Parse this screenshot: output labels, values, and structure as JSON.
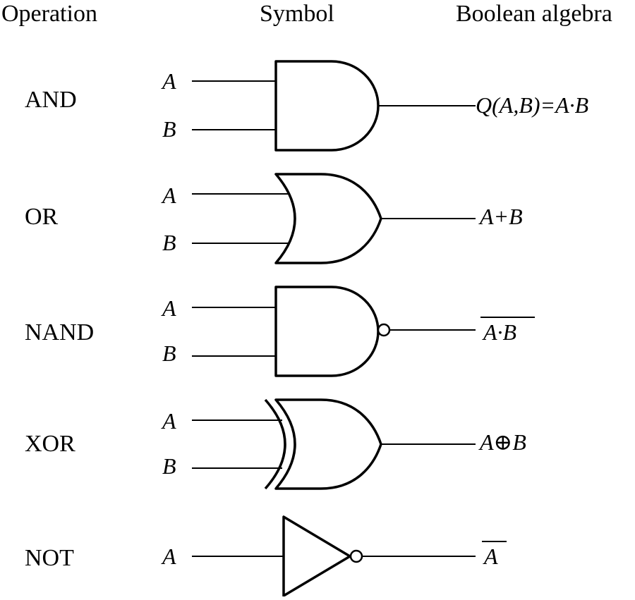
{
  "headers": {
    "operation": "Operation",
    "symbol": "Symbol",
    "algebra": "Boolean algebra"
  },
  "rows": [
    {
      "operation": "AND",
      "input_a": "A",
      "input_b": "B",
      "expression": "Q(A,B)=A·B"
    },
    {
      "operation": "OR",
      "input_a": "A",
      "input_b": "B",
      "expression": "A+B"
    },
    {
      "operation": "NAND",
      "input_a": "A",
      "input_b": "B",
      "expression": "A·B"
    },
    {
      "operation": "XOR",
      "input_a": "A",
      "input_b": "B",
      "expression": "A⊕B"
    },
    {
      "operation": "NOT",
      "input_a": "A",
      "expression": "A"
    }
  ]
}
